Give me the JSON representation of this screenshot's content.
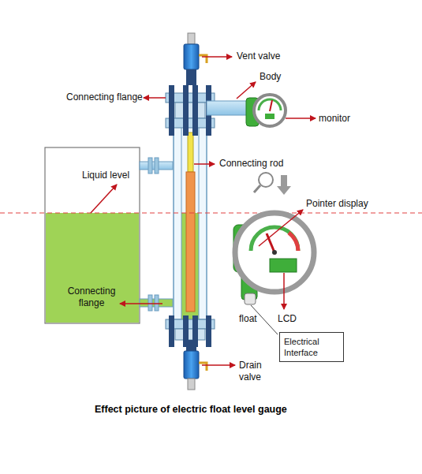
{
  "diagram": {
    "caption": "Effect picture of electric float level gauge",
    "nodes": [
      {
        "text": [
          "Electrical Interface"
        ]
      }
    ],
    "edges": [],
    "labels": [
      "Vent valve",
      "Body",
      "Connecting flange",
      "monitor",
      "Connecting rod",
      "Liquid level",
      "Pointer display",
      "Connecting flange",
      "float",
      "LCD",
      "Drain valve"
    ]
  }
}
